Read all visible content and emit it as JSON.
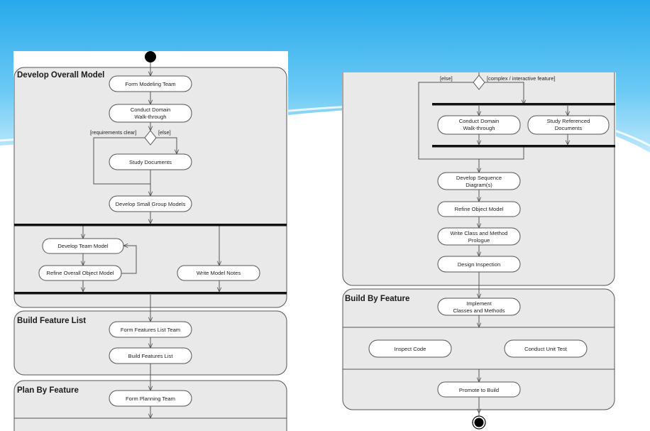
{
  "colors": {
    "sky_top": "#3fb6f0",
    "sky_mid": "#8fd6f8",
    "lane_fill": "#e9e9e9",
    "node_fill": "#ffffff",
    "bar": "#111111"
  },
  "left_diagram": {
    "swimlanes": {
      "develop_overall_model": "Develop Overall Model",
      "build_feature_list": "Build Feature List",
      "plan_by_feature": "Plan By Feature"
    },
    "activities": {
      "form_modeling_team": "Form Modeling Team",
      "conduct_domain_walkthrough": [
        "Conduct Domain",
        "Walk-through"
      ],
      "study_documents": "Study Documents",
      "develop_small_group_models": "Develop Small Group Models",
      "develop_team_model": "Develop Team Model",
      "refine_overall_object_model": "Refine Overall Object Model",
      "write_model_notes": "Write Model Notes",
      "form_features_list_team": "Form Features List Team",
      "build_features_list": "Build Features List",
      "form_planning_team": "Form Planning Team"
    },
    "guards": {
      "requirements_clear": "[requirements clear]",
      "else": "[else]"
    }
  },
  "right_diagram": {
    "swimlanes": {
      "build_by_feature": "Build By Feature"
    },
    "guards": {
      "else": "[else]",
      "complex": "[complex / interactive feature]"
    },
    "activities": {
      "conduct_domain_walkthrough": [
        "Conduct Domain",
        "Walk-through"
      ],
      "study_referenced_documents": [
        "Study Referenced",
        "Documents"
      ],
      "develop_sequence_diagrams": [
        "Develop Sequence",
        "Diagram(s)"
      ],
      "refine_object_model": "Refine Object Model",
      "write_class_method_prologue": [
        "Write Class and Method",
        "Prologue"
      ],
      "design_inspection": "Design Inspection",
      "implement_classes_methods": [
        "Implement",
        "Classes and Methods"
      ],
      "inspect_code": "Inspect Code",
      "conduct_unit_test": "Conduct Unit Test",
      "promote_to_build": "Promote to Build"
    }
  }
}
